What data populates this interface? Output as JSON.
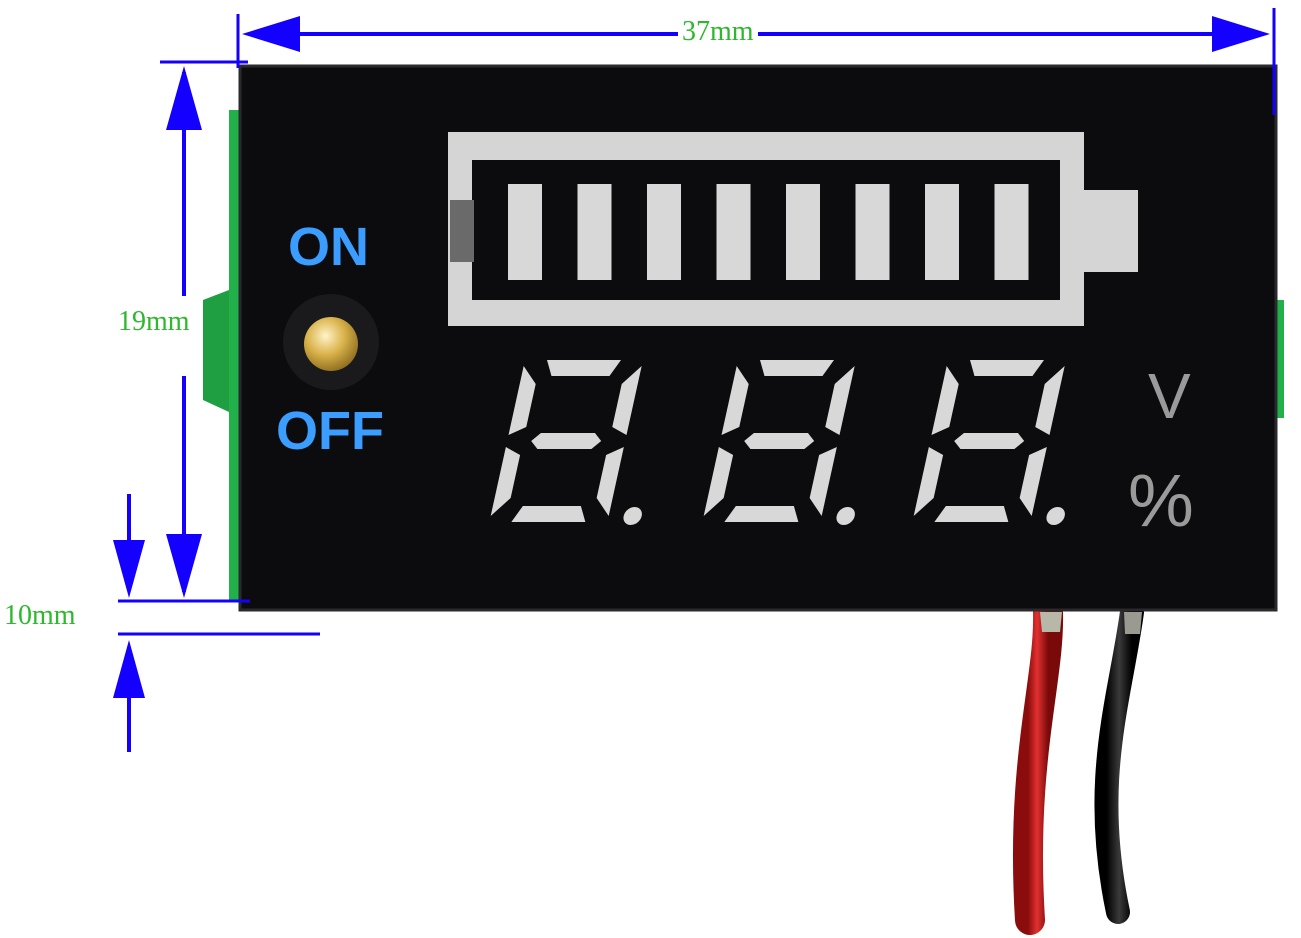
{
  "dimensions": {
    "width_label": "37mm",
    "height_label": "19mm",
    "depth_label": "10mm",
    "arrow_color": "#1400ff",
    "label_color": "#2db82d"
  },
  "switch": {
    "on_label": "ON",
    "off_label": "OFF",
    "label_color": "#3a9dff",
    "knob_color": "#d9b24a"
  },
  "display": {
    "battery_bar_count": 8,
    "battery_level_fraction": 1.0,
    "digits_count": 3,
    "segment_color": "#d8d8d8",
    "unit_volt": "V",
    "unit_percent": "%",
    "unit_color": "#9a9a9a",
    "face_color": "#0c0c0e",
    "pcb_color": "#22b04a"
  },
  "wires": {
    "positive_color": "#d42020",
    "negative_color": "#111111"
  }
}
